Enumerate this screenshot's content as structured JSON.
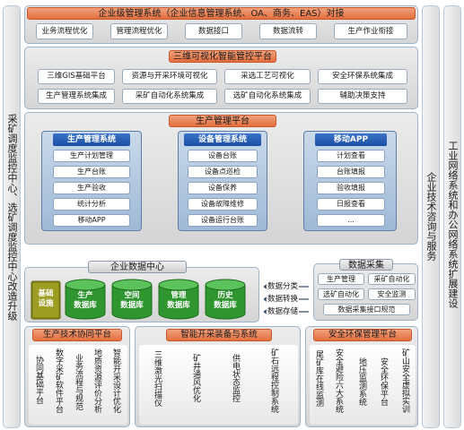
{
  "left_column": "采矿调度监控中心、选矿调度监控中心改造升级",
  "right_column_1": "企业技术咨询与服务",
  "right_column_2": "工业网络系统和办公网络系统扩展建设",
  "top_band": {
    "title": "企业级管理系统（企业信息管理系统、OA、商务、EAS）对接",
    "items": [
      "业务流程优化",
      "管理流程优化",
      "数据接口",
      "数据流转",
      "生产作业衔接"
    ]
  },
  "platform_3d": {
    "title": "三维可视化智能管控平台",
    "row1": [
      "三维GIS基础平台",
      "资源与开采环境可视化",
      "采选工艺可视化",
      "安全环保系统集成"
    ],
    "row2": [
      "生产管理系统集成",
      "采矿自动化系统集成",
      "选矿自动化系统集成",
      "辅助决策支持"
    ]
  },
  "production_platform": {
    "title": "生产管理平台",
    "cards": [
      {
        "title": "生产管理系统",
        "items": [
          "生产计划管理",
          "生产台账",
          "生产验收",
          "统计分析",
          "移动APP"
        ]
      },
      {
        "title": "设备管理系统",
        "items": [
          "设备台账",
          "设备点巡检",
          "设备保养",
          "设备故障维修",
          "设备运行台账"
        ]
      },
      {
        "title": "移动APP",
        "items": [
          "计划查看",
          "台账填报",
          "验收填报",
          "日报查看",
          "..."
        ]
      }
    ]
  },
  "data_center": {
    "title": "企业数据中心",
    "databases": [
      "基础\n设施",
      "生产\n数据库",
      "空间\n数据库",
      "管理\n数据库",
      "历史\n数据库"
    ],
    "flows": [
      "数据分类",
      "数据转换",
      "数据存储"
    ]
  },
  "data_collection": {
    "title": "数据采集",
    "items": [
      "生产管理",
      "采矿自动化",
      "选矿自动化",
      "安全监测",
      "数据采集接口规范"
    ]
  },
  "bottom": {
    "left": {
      "title": "生产技术协同平台",
      "items": [
        "协同基础平台",
        "数字采矿软件平台",
        "业务流程与规范",
        "地质资源评价分析",
        "智能开采设计优化"
      ]
    },
    "middle": {
      "title": "智能开采装备与系统",
      "items": [
        "三维激光扫描仪",
        "矿井通风优化",
        "供电状态监控",
        "矿石远程控制系统"
      ]
    },
    "right": {
      "title": "安全环保管理平台",
      "items": [
        "尾矿库在线监测",
        "安全避险六大系统",
        "地压监测系统",
        "安全环保平台",
        "矿山安全虚拟实训"
      ]
    }
  },
  "colors": {
    "header_orange": "#e36f3e",
    "card_blue": "#1c4fa3",
    "db_green": "#3aa13a",
    "db_olive": "#8a8a1a"
  }
}
